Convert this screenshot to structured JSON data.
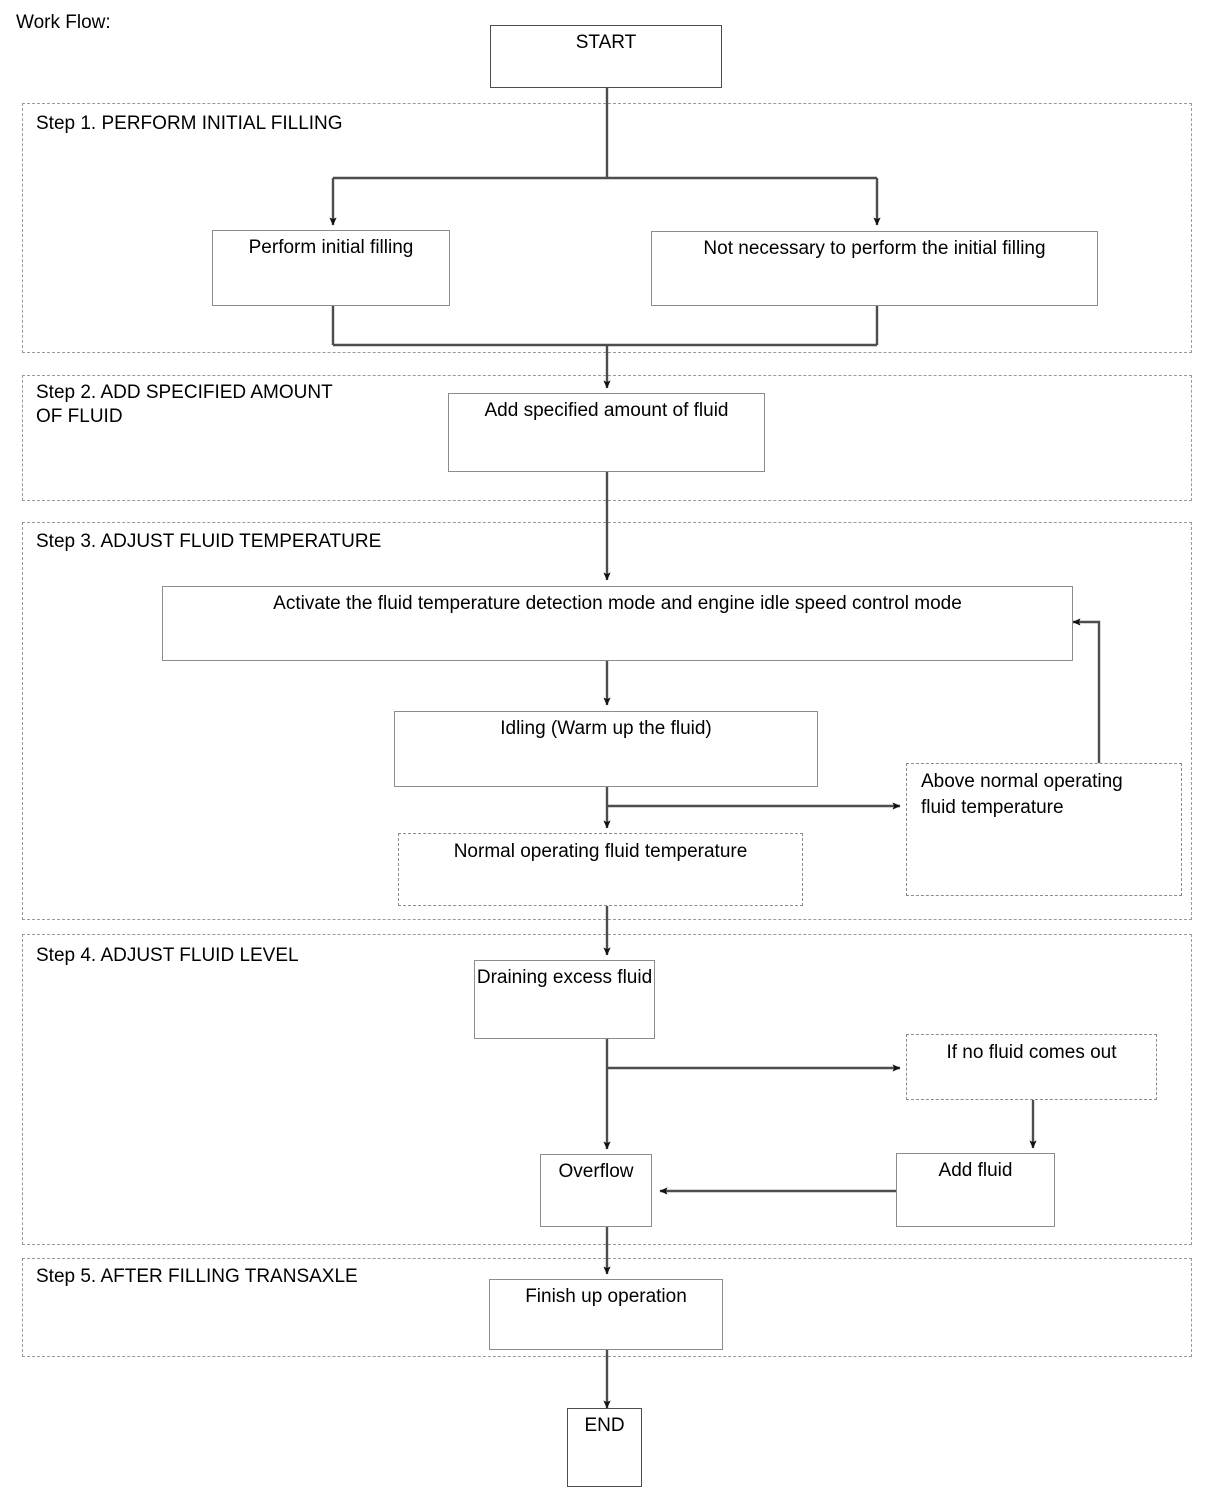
{
  "page": {
    "label": "Work Flow:",
    "line_color": "#4d4d4d",
    "box_border_color": "#8c8c8c",
    "dashed_color": "#9a9a9a",
    "background": "#ffffff"
  },
  "chart_data": {
    "type": "diagram",
    "title": "Work Flow:",
    "nodes": [
      {
        "id": "start",
        "label": "START",
        "shape": "process",
        "border": "solid"
      },
      {
        "id": "perform",
        "label": "Perform initial filling",
        "shape": "process",
        "border": "solid"
      },
      {
        "id": "notneeded",
        "label": "Not necessary to perform the initial filling",
        "shape": "process",
        "border": "solid"
      },
      {
        "id": "addfluid",
        "label": "Add specified amount of fluid",
        "shape": "process",
        "border": "solid"
      },
      {
        "id": "activate",
        "label": "Activate the fluid temperature detection mode and engine idle speed control mode",
        "shape": "process",
        "border": "solid"
      },
      {
        "id": "idling",
        "label": "Idling (Warm up the fluid)",
        "shape": "process",
        "border": "solid"
      },
      {
        "id": "normaltemp",
        "label": "Normal operating fluid temperature",
        "shape": "condition",
        "border": "dashed"
      },
      {
        "id": "abovetemp",
        "label": "Above normal operating fluid temperature",
        "shape": "condition",
        "border": "dashed"
      },
      {
        "id": "draining",
        "label": "Draining excess fluid",
        "shape": "process",
        "border": "solid"
      },
      {
        "id": "nofluid",
        "label": "If no fluid comes out",
        "shape": "condition",
        "border": "dashed"
      },
      {
        "id": "overflow",
        "label": "Overflow",
        "shape": "process",
        "border": "solid"
      },
      {
        "id": "addfluid2",
        "label": "Add fluid",
        "shape": "process",
        "border": "solid"
      },
      {
        "id": "finish",
        "label": "Finish up operation",
        "shape": "process",
        "border": "solid"
      },
      {
        "id": "end",
        "label": "END",
        "shape": "process",
        "border": "solid"
      }
    ],
    "groups": [
      {
        "id": "step1",
        "label": "Step 1. PERFORM INITIAL FILLING"
      },
      {
        "id": "step2",
        "label": "Step 2. ADD SPECIFIED AMOUNT\nOF FLUID"
      },
      {
        "id": "step3",
        "label": "Step 3. ADJUST FLUID TEMPERATURE"
      },
      {
        "id": "step4",
        "label": "Step 4. ADJUST FLUID LEVEL"
      },
      {
        "id": "step5",
        "label": "Step 5. AFTER FILLING TRANSAXLE"
      }
    ],
    "edges": [
      {
        "from": "start",
        "to": "perform"
      },
      {
        "from": "start",
        "to": "notneeded"
      },
      {
        "from": "perform",
        "to": "addfluid"
      },
      {
        "from": "notneeded",
        "to": "addfluid"
      },
      {
        "from": "addfluid",
        "to": "activate"
      },
      {
        "from": "activate",
        "to": "idling"
      },
      {
        "from": "idling",
        "to": "normaltemp"
      },
      {
        "from": "idling",
        "to": "abovetemp"
      },
      {
        "from": "abovetemp",
        "to": "activate",
        "note": "loop back"
      },
      {
        "from": "normaltemp",
        "to": "draining"
      },
      {
        "from": "draining",
        "to": "overflow"
      },
      {
        "from": "draining",
        "to": "nofluid"
      },
      {
        "from": "nofluid",
        "to": "addfluid2"
      },
      {
        "from": "addfluid2",
        "to": "overflow"
      },
      {
        "from": "overflow",
        "to": "finish"
      },
      {
        "from": "finish",
        "to": "end"
      }
    ]
  },
  "nodes": {
    "start": {
      "label": "START"
    },
    "perform": {
      "label": "Perform initial filling"
    },
    "notneeded": {
      "label": "Not necessary to perform the initial filling"
    },
    "addfluid": {
      "label": "Add specified amount of fluid"
    },
    "activate": {
      "label": "Activate the fluid temperature detection mode and engine idle speed control mode"
    },
    "idling": {
      "label": "Idling (Warm up the fluid)"
    },
    "normaltemp": {
      "label": "Normal operating fluid temperature"
    },
    "abovetemp_line1": {
      "label": "Above normal operating"
    },
    "abovetemp_line2": {
      "label": "fluid temperature"
    },
    "draining": {
      "label": "Draining excess fluid"
    },
    "nofluid": {
      "label": "If no fluid comes out"
    },
    "overflow": {
      "label": "Overflow"
    },
    "addfluid2": {
      "label": "Add fluid"
    },
    "finish": {
      "label": "Finish up operation"
    },
    "end": {
      "label": "END"
    }
  },
  "groups": {
    "step1": {
      "label": "Step 1. PERFORM INITIAL FILLING"
    },
    "step2_line1": {
      "label": "Step 2. ADD SPECIFIED AMOUNT"
    },
    "step2_line2": {
      "label": "OF FLUID"
    },
    "step3": {
      "label": "Step 3. ADJUST FLUID TEMPERATURE"
    },
    "step4": {
      "label": "Step 4. ADJUST FLUID LEVEL"
    },
    "step5": {
      "label": "Step 5. AFTER FILLING TRANSAXLE"
    }
  }
}
